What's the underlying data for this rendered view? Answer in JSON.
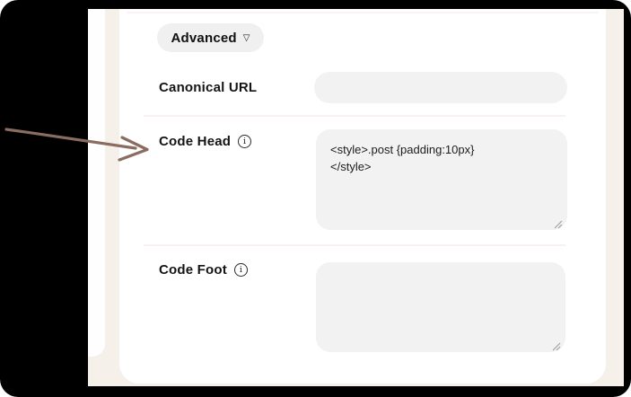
{
  "card": {
    "advanced_label": "Advanced",
    "fields": {
      "canonical": {
        "label": "Canonical URL",
        "value": ""
      },
      "code_head": {
        "label": "Code Head",
        "value": "<style>.post {padding:10px}\n</style>"
      },
      "code_foot": {
        "label": "Code Foot",
        "value": ""
      }
    }
  },
  "icons": {
    "chevron_down": "▽",
    "info": "i"
  },
  "colors": {
    "frame_bg": "#000000",
    "page_bg": "#f6f0ea",
    "card_bg": "#ffffff",
    "field_bg": "#f2f2f3",
    "arrow": "#8a6c60"
  }
}
